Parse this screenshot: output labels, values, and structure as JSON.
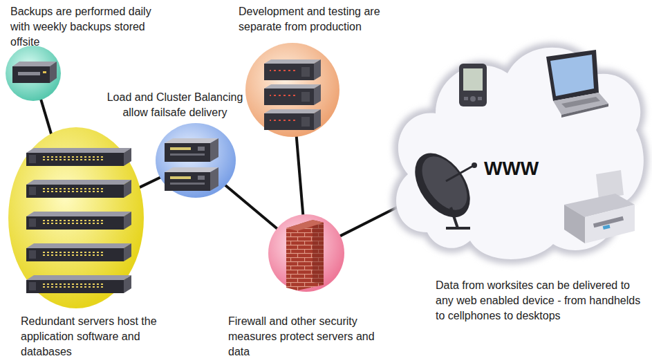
{
  "diagram": {
    "nodes": [
      {
        "text": [
          "Backups are performed daily with weekly backups stored offsite"
        ]
      },
      {
        "text": [
          "Redundant servers host the application software and databases"
        ]
      },
      {
        "text": [
          "Load and Cluster Balancing allow failsafe delivery"
        ]
      },
      {
        "text": [
          "Development and testing are separate from production"
        ]
      },
      {
        "text": [
          "Firewall and other security measures protect servers and data"
        ]
      },
      {
        "text": [
          "WWW",
          "Data from worksites can be delivered to any web enabled device - from handhelds to cellphones to desktops"
        ]
      }
    ],
    "edges": [
      {
        "from": 0,
        "to": 1,
        "arrow": "none"
      },
      {
        "from": 1,
        "to": 2,
        "arrow": "none"
      },
      {
        "from": 2,
        "to": 4,
        "arrow": "none"
      },
      {
        "from": 3,
        "to": 4,
        "arrow": "none"
      },
      {
        "from": 4,
        "to": 5,
        "arrow": "none"
      }
    ]
  }
}
